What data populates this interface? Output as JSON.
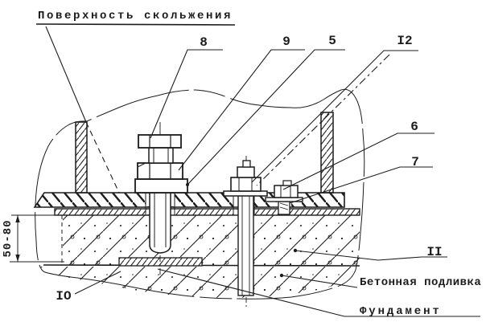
{
  "title": {
    "text": "Поверхность скольжения"
  },
  "callouts": {
    "c8": "8",
    "c9": "9",
    "c5": "5",
    "c12": "I2",
    "c6": "6",
    "c7": "7",
    "c11": "II",
    "c10": "IO"
  },
  "annotations": {
    "grout": "Бетонная подливка",
    "foundation": "Фундамент"
  },
  "dimension": {
    "span": "50-80"
  },
  "colors": {
    "ink": "#1c1c1c",
    "paper": "#ffffff"
  }
}
